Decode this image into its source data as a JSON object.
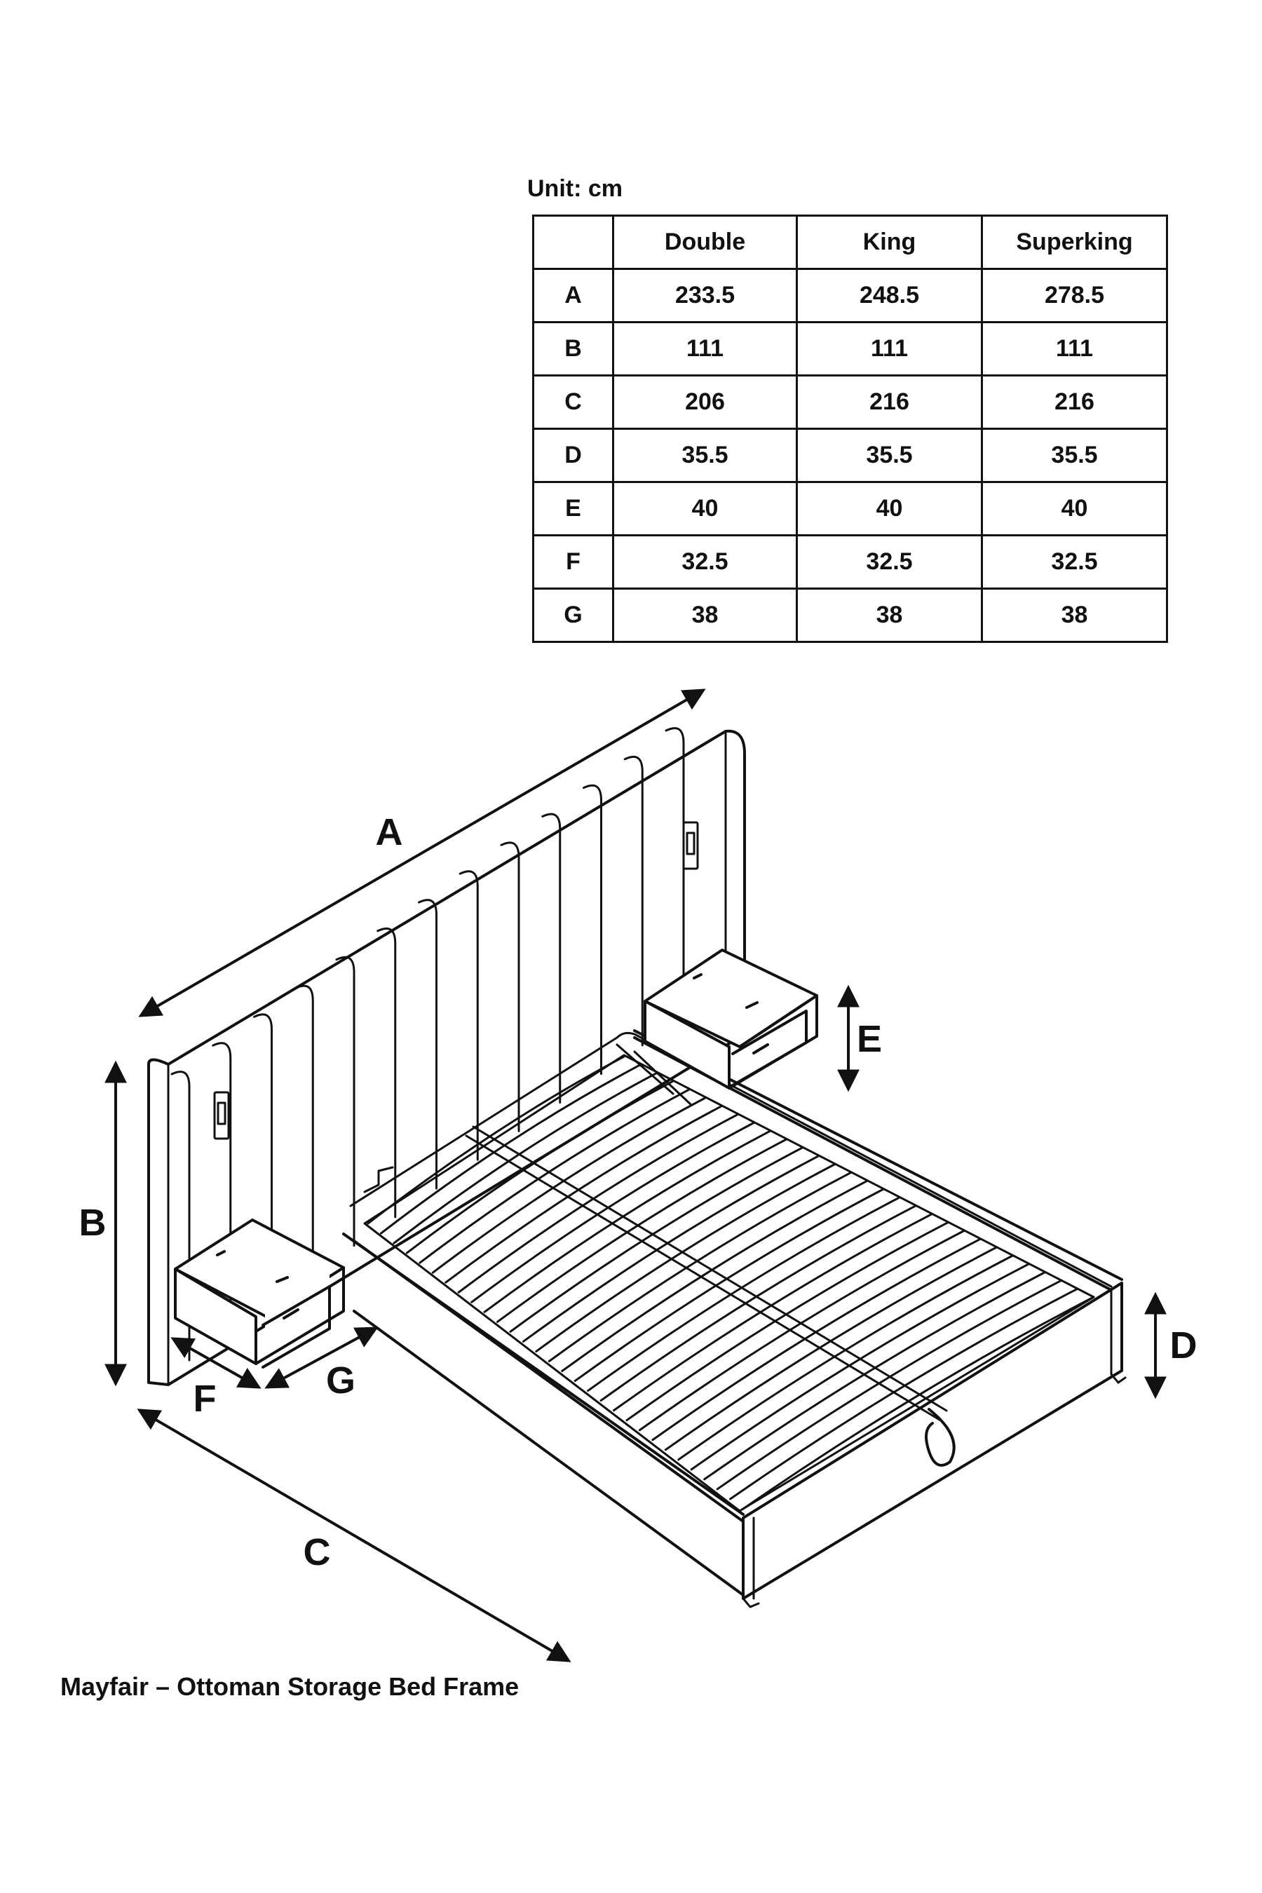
{
  "unit_label": "Unit: cm",
  "table": {
    "headers": [
      "",
      "Double",
      "King",
      "Superking"
    ],
    "rows": [
      [
        "A",
        "233.5",
        "248.5",
        "278.5"
      ],
      [
        "B",
        "111",
        "111",
        "111"
      ],
      [
        "C",
        "206",
        "216",
        "216"
      ],
      [
        "D",
        "35.5",
        "35.5",
        "35.5"
      ],
      [
        "E",
        "40",
        "40",
        "40"
      ],
      [
        "F",
        "32.5",
        "32.5",
        "32.5"
      ],
      [
        "G",
        "38",
        "38",
        "38"
      ]
    ]
  },
  "dimension_labels": {
    "a": "A",
    "b": "B",
    "c": "C",
    "d": "D",
    "e": "E",
    "f": "F",
    "g": "G"
  },
  "caption": "Mayfair – Ottoman Storage Bed Frame",
  "colors": {
    "line": "#111111",
    "background": "#ffffff"
  }
}
